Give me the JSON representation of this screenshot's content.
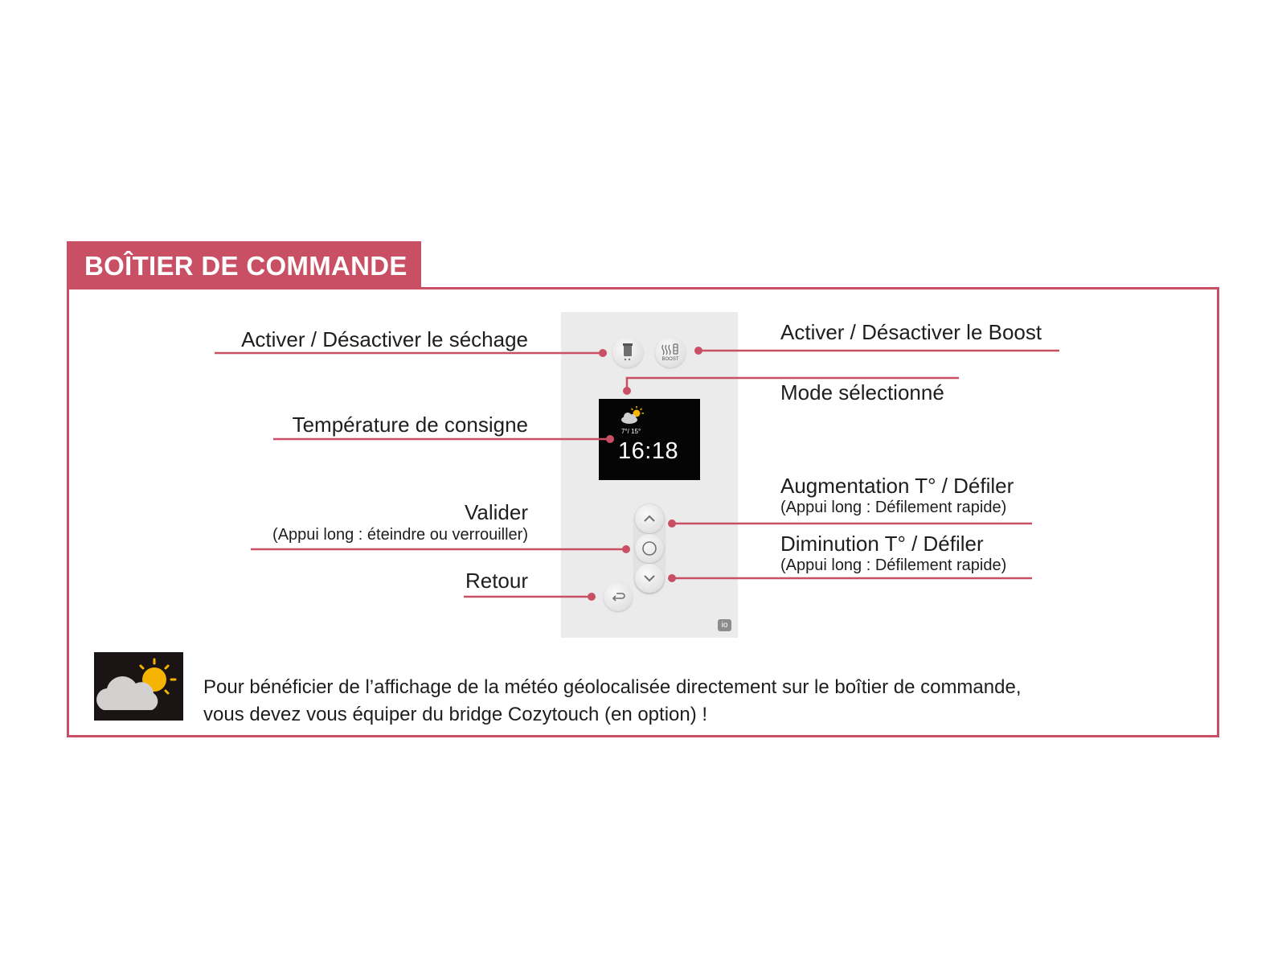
{
  "title": "BOÎTIER DE COMMANDE",
  "colors": {
    "accent": "#c84f64",
    "device_body": "#ebebeb",
    "screen": "#050505",
    "sun": "#f5b400",
    "cloud": "#cfcfcf"
  },
  "device": {
    "screen": {
      "weather_icon": "partly-cloudy-icon",
      "temperature": "7°/ 15°",
      "time": "16:18"
    },
    "buttons": {
      "drying_icon": "towel-icon",
      "boost_label": "BOOST",
      "up_icon": "chevron-up-icon",
      "ok_icon": "circle-icon",
      "down_icon": "chevron-down-icon",
      "back_icon": "back-arrow-icon"
    },
    "badge": "io"
  },
  "callouts": {
    "drying": "Activer / Désactiver le séchage",
    "boost": "Activer / Désactiver le Boost",
    "mode": "Mode sélectionné",
    "setpoint": "Température de consigne",
    "increase": "Augmentation T° / Défiler",
    "increase_sub": "(Appui long : Défilement rapide)",
    "validate": "Valider",
    "validate_sub": "(Appui long : éteindre ou verrouiller)",
    "decrease": "Diminution T° / Défiler",
    "decrease_sub": "(Appui long : Défilement rapide)",
    "back": "Retour"
  },
  "weather_note": {
    "icon": "sun-behind-cloud-icon",
    "line1": "Pour bénéficier de l’affichage de la météo géolocalisée directement sur le boîtier de commande,",
    "line2": "vous devez vous équiper du bridge Cozytouch (en option) !"
  }
}
